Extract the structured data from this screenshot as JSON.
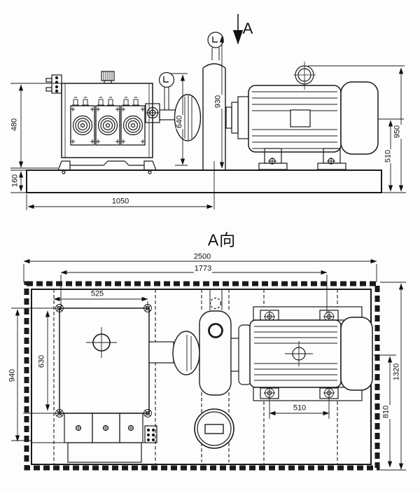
{
  "drawing": {
    "type": "pump-unit-installation-drawing",
    "views": {
      "side_view": {
        "dims": {
          "pump_height": "480",
          "base_height": "160",
          "pump_length": "1050",
          "air_chamber_height": "930",
          "pulley_height": "640",
          "overall_height": "950",
          "shaft_center_height": "510"
        },
        "section_arrow_label": "A"
      },
      "plan_view": {
        "title": "A向",
        "dims": {
          "overall_length": "2500",
          "inner_length": "1773",
          "pump_bolt_span_x": "525",
          "pump_bolt_span_y": "630",
          "pump_overall_width": "940",
          "motor_bolt_span": "510",
          "motor_center_offset": "810",
          "overall_width": "1320"
        }
      }
    },
    "colors": {
      "line": "#1a1a1a",
      "paper": "#fdfdfd"
    }
  }
}
